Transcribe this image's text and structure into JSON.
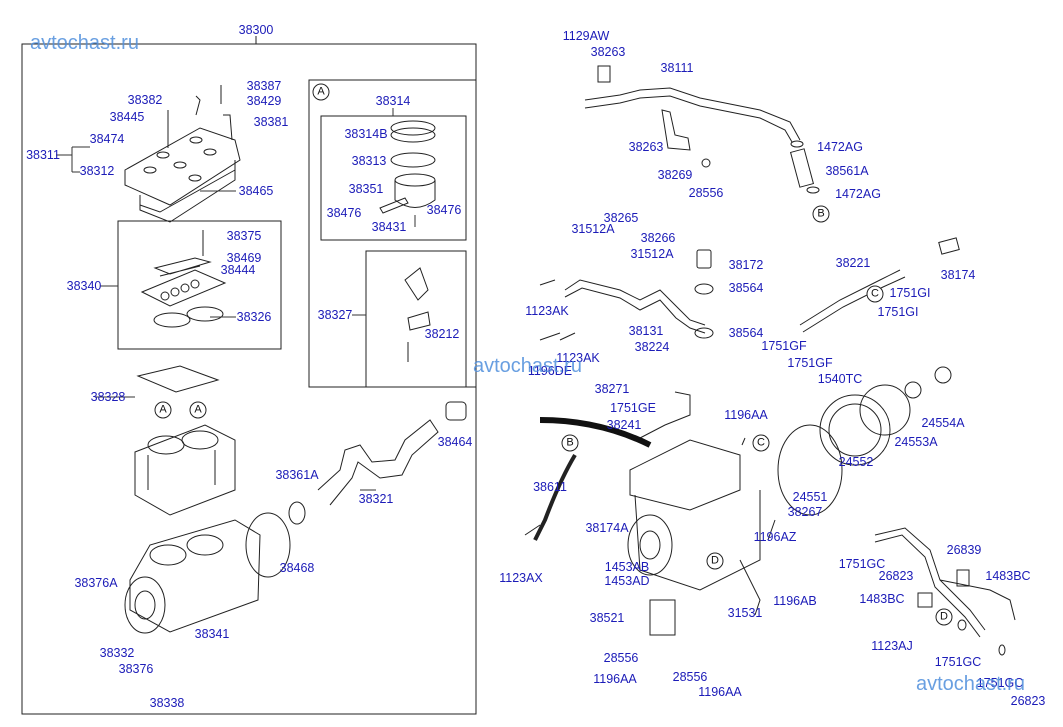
{
  "diagram": {
    "assembly_label": "38300",
    "labels": [
      "38387",
      "38382",
      "38429",
      "38445",
      "38381",
      "38474",
      "38311",
      "38312",
      "38465",
      "38375",
      "38469",
      "38444",
      "38340",
      "38326",
      "38328",
      "38361A",
      "38321",
      "38464",
      "38468",
      "38376A",
      "38341",
      "38332",
      "38376",
      "38338",
      "38314",
      "38314B",
      "38313",
      "38351",
      "38476",
      "38476",
      "38431",
      "38327",
      "38212",
      "1129AW",
      "38263",
      "38111",
      "38263",
      "1472AG",
      "38269",
      "38561A",
      "28556",
      "1472AG",
      "38265",
      "31512A",
      "38266",
      "31512A",
      "38172",
      "38221",
      "38174",
      "38564",
      "1751GI",
      "1123AK",
      "1751GI",
      "38131",
      "38564",
      "38224",
      "1123AK",
      "1196DE",
      "1751GF",
      "1751GF",
      "1540TC",
      "38271",
      "1751GE",
      "1196AA",
      "38241",
      "24554A",
      "24553A",
      "24552",
      "38611",
      "24551",
      "38267",
      "38174A",
      "1196AZ",
      "1123AX",
      "1453AB",
      "1453AD",
      "31531",
      "1196AB",
      "38521",
      "28556",
      "28556",
      "1196AA",
      "1196AA",
      "1751GC",
      "26823",
      "26839",
      "1483BC",
      "1483BC",
      "1123AJ",
      "1751GC",
      "1751GC",
      "26823"
    ],
    "circle_refs": [
      "A",
      "A",
      "A",
      "B",
      "B",
      "C",
      "C",
      "D",
      "D"
    ],
    "watermarks": [
      "avtochast.ru",
      "avtochast.ru",
      "avtochast.ru"
    ]
  }
}
